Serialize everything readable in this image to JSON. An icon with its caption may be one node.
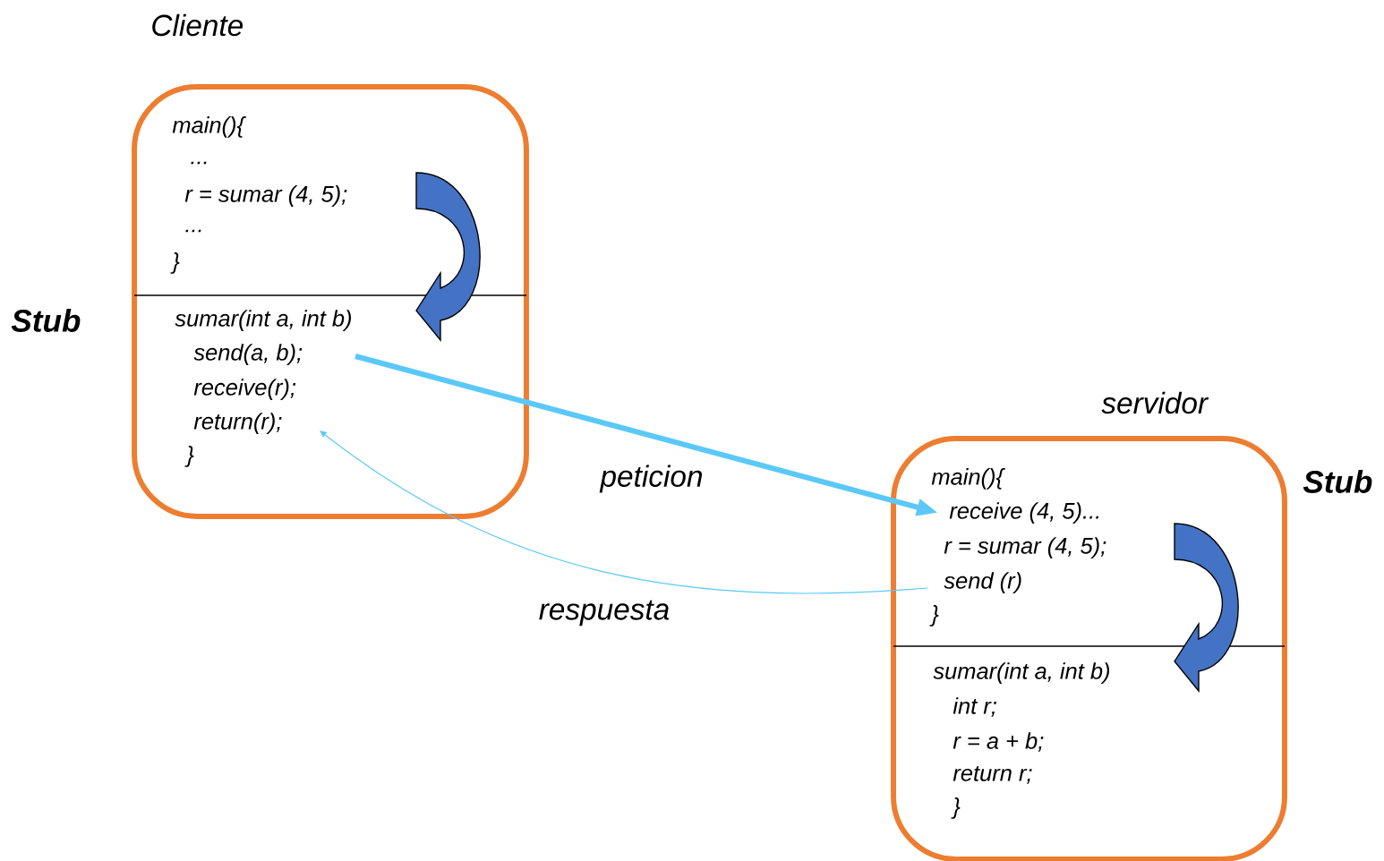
{
  "diagram": {
    "nodes": [
      {
        "text": [
          "Cliente"
        ],
        "beside": [
          "Stub"
        ]
      },
      {
        "text": [
          "main(){",
          "...",
          "r = sumar (4, 5);",
          "...",
          "}"
        ],
        "in": 0
      },
      {
        "text": [
          "sumar(int a, int b)",
          "send(a, b);",
          "receive(r);",
          "return(r);",
          "}"
        ],
        "in": 0
      },
      {
        "text": [
          "servidor"
        ],
        "beside": [
          "Stub"
        ]
      },
      {
        "text": [
          "main(){",
          "receive (4, 5)...",
          "r = sumar (4, 5);",
          "send (r)",
          "}"
        ],
        "in": 3
      },
      {
        "text": [
          "sumar(int a, int b)",
          "int r;",
          "r = a + b;",
          "return r;",
          "}"
        ],
        "in": 3
      }
    ],
    "edges": [
      {
        "from": 1,
        "to": 2,
        "arrow": "to",
        "color": "#4472c4"
      },
      {
        "from": 2,
        "to": 4,
        "arrow": "to",
        "label": "peticion",
        "style": "thick",
        "color": "#5bc8f8"
      },
      {
        "from": 4,
        "to": 2,
        "arrow": "to",
        "label": "respuesta",
        "color": "#5bc8f8"
      },
      {
        "from": 4,
        "to": 5,
        "arrow": "to",
        "color": "#4472c4"
      }
    ]
  }
}
